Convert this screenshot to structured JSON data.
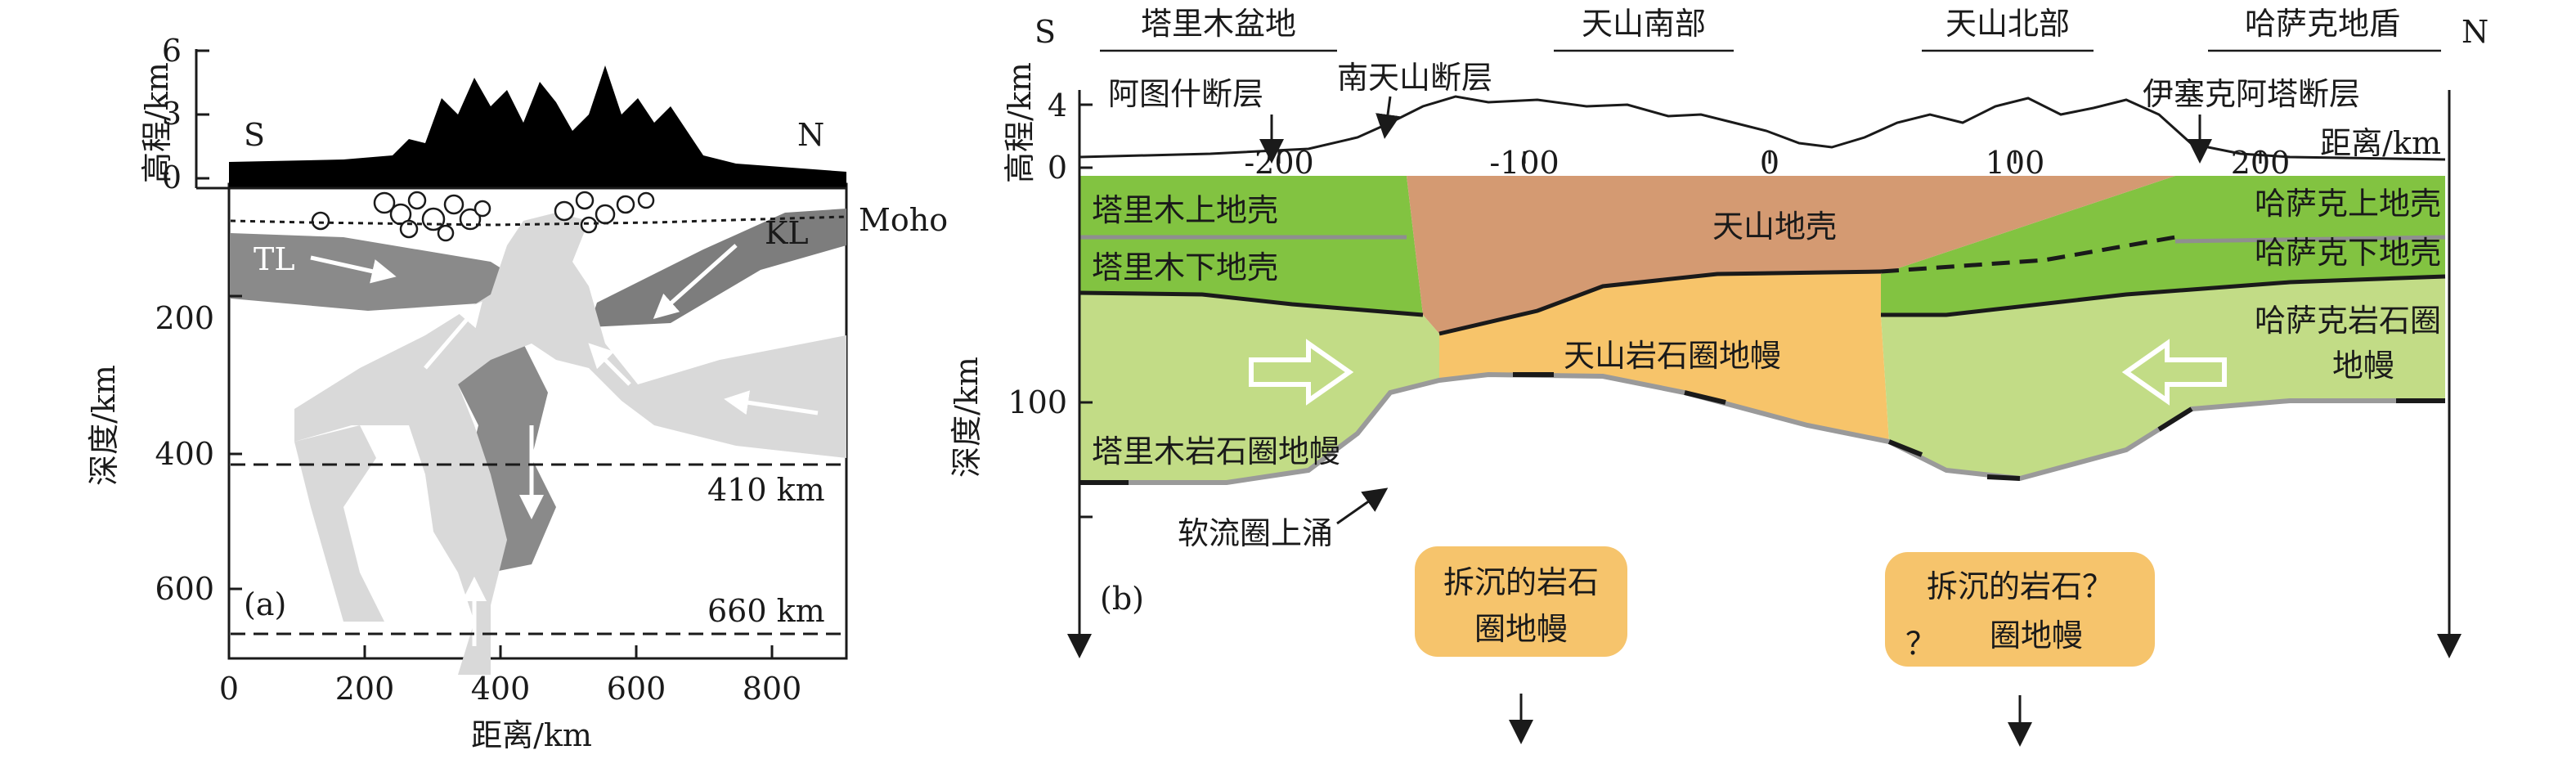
{
  "colors": {
    "green_dark": "#82c341",
    "green_light": "#c2dc86",
    "tianshan_crust": "#d49a72",
    "tianshan_mantle": "#f7c46a",
    "sinking_box": "#f6c46c",
    "slab_dark": "#8a8a8a",
    "plume_light": "#d9d9d9",
    "line": "#1a1a1a"
  },
  "panel_a": {
    "label": "(a)",
    "south": "S",
    "north": "N",
    "elev_axis_label": "高程/km",
    "elev_ticks": [
      "6",
      "3",
      "0"
    ],
    "depth_axis_label": "深度/km",
    "depth_ticks": [
      "200",
      "400",
      "600"
    ],
    "x_axis_label": "距离/km",
    "x_ticks": [
      "0",
      "200",
      "400",
      "600",
      "800"
    ],
    "moho_label": "Moho",
    "tl_label": "TL",
    "kl_label": "KL",
    "d410_label": "410 km",
    "d660_label": "660 km"
  },
  "panel_b": {
    "label": "(b)",
    "south": "S",
    "north": "N",
    "headers": [
      "塔里木盆地",
      "天山南部",
      "天山北部",
      "哈萨克地盾"
    ],
    "elev_axis_label": "高程/km",
    "elev_ticks": [
      "4",
      "0"
    ],
    "depth_axis_label": "深度/km",
    "depth_ticks": [
      "100"
    ],
    "dist_ticks": [
      "-200",
      "-100",
      "0",
      "100",
      "200"
    ],
    "dist_label": "距离/km",
    "faults": {
      "atushi": "阿图什断层",
      "south_tianshan": "南天山断层",
      "yiseke": "伊塞克阿塔断层"
    },
    "units": {
      "tarim_upper_crust": "塔里木上地壳",
      "tarim_lower_crust": "塔里木下地壳",
      "tianshan_crust": "天山地壳",
      "kazakh_upper_crust": "哈萨克上地壳",
      "kazakh_lower_crust": "哈萨克下地壳",
      "tianshan_mantle": "天山岩石圈地幔",
      "kazakh_mantle_1": "哈萨克岩石圈",
      "kazakh_mantle_2": "地幔",
      "tarim_mantle": "塔里木岩石圈地幔",
      "asthenosphere": "软流圈上涌"
    },
    "delam_left_1": "拆沉的岩石",
    "delam_left_2": "圈地幔",
    "delam_right_1": "拆沉的岩石？",
    "delam_right_2": "圈地幔",
    "delam_right_q": "？"
  }
}
